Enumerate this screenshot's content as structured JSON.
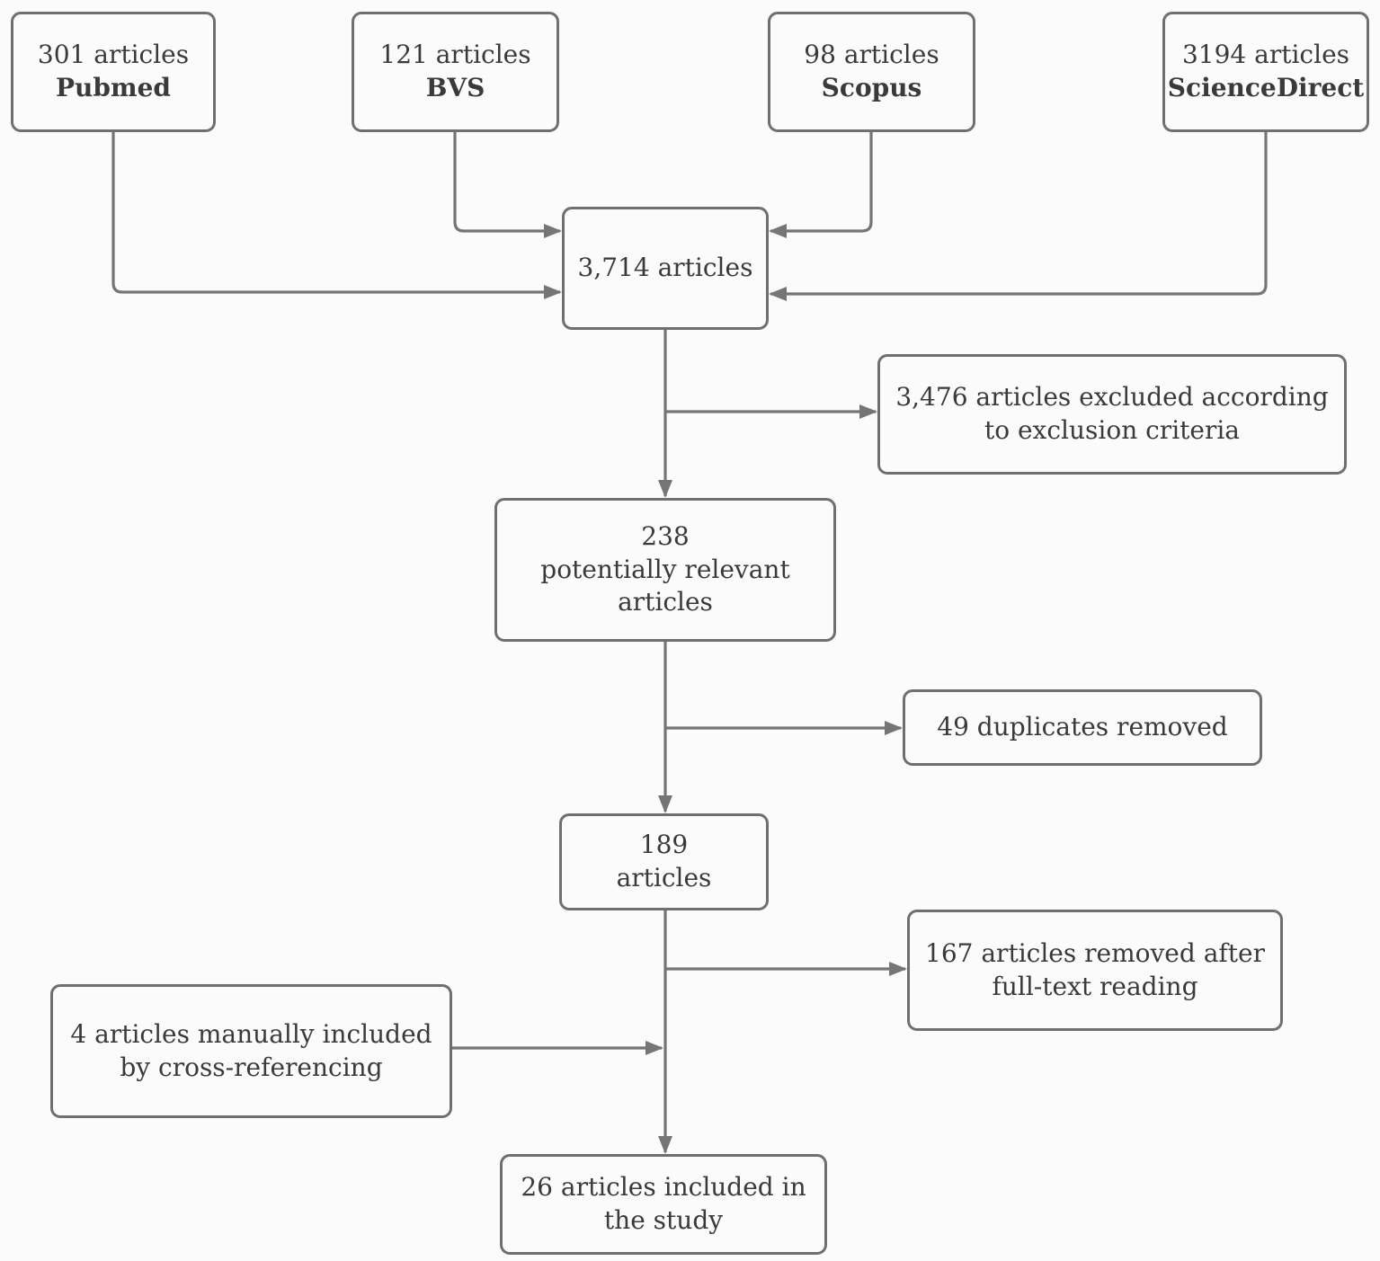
{
  "colors": {
    "background": "#fbfbfb",
    "box_border": "#6f6f6f",
    "connector": "#757575",
    "text": "#3a3a3a"
  },
  "flowchart": {
    "sources": [
      {
        "count": "301 articles",
        "database": "Pubmed"
      },
      {
        "count": "121 articles",
        "database": "BVS"
      },
      {
        "count": "98 articles",
        "database": "Scopus"
      },
      {
        "count": "3194 articles",
        "database": "ScienceDirect"
      }
    ],
    "combined": {
      "label": "3,714 articles"
    },
    "excluded_criteria": {
      "lines": [
        "3,476 articles excluded according",
        "to exclusion criteria"
      ]
    },
    "potentially_relevant": {
      "lines": [
        "238",
        "potentially relevant",
        "articles"
      ]
    },
    "duplicates_removed": {
      "label": "49 duplicates removed"
    },
    "after_duplicates": {
      "lines": [
        "189",
        "articles"
      ]
    },
    "fulltext_removed": {
      "lines": [
        "167 articles removed after",
        "full-text reading"
      ]
    },
    "manually_included": {
      "lines": [
        "4 articles manually included",
        "by cross-referencing"
      ]
    },
    "included_final": {
      "lines": [
        "26 articles included in",
        "the study"
      ]
    }
  }
}
